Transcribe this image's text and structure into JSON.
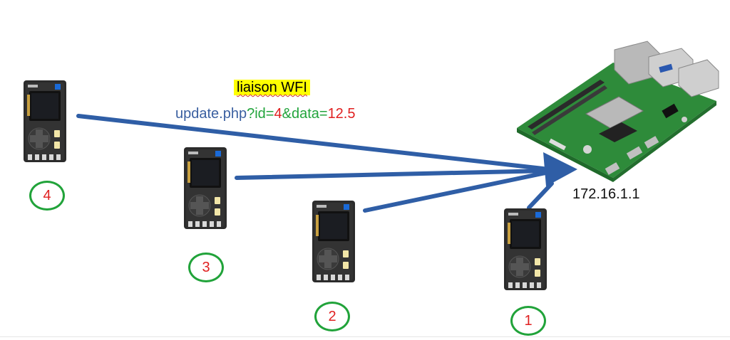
{
  "label_title": "liaison WFI",
  "url": {
    "part1": "update.php",
    "part2": "?id=",
    "part3": "4",
    "part4": "&data=",
    "part5": "12.5",
    "colors": {
      "blue": "#3a5fa0",
      "green": "#22a43c",
      "red": "#e02020"
    }
  },
  "server_ip": "172.16.1.1",
  "nodes": [
    "1",
    "2",
    "3",
    "4"
  ],
  "colors": {
    "arrow": "#2f5ea6",
    "circle": "#21a33a",
    "number": "#e02020",
    "highlight": "#ffff00"
  }
}
